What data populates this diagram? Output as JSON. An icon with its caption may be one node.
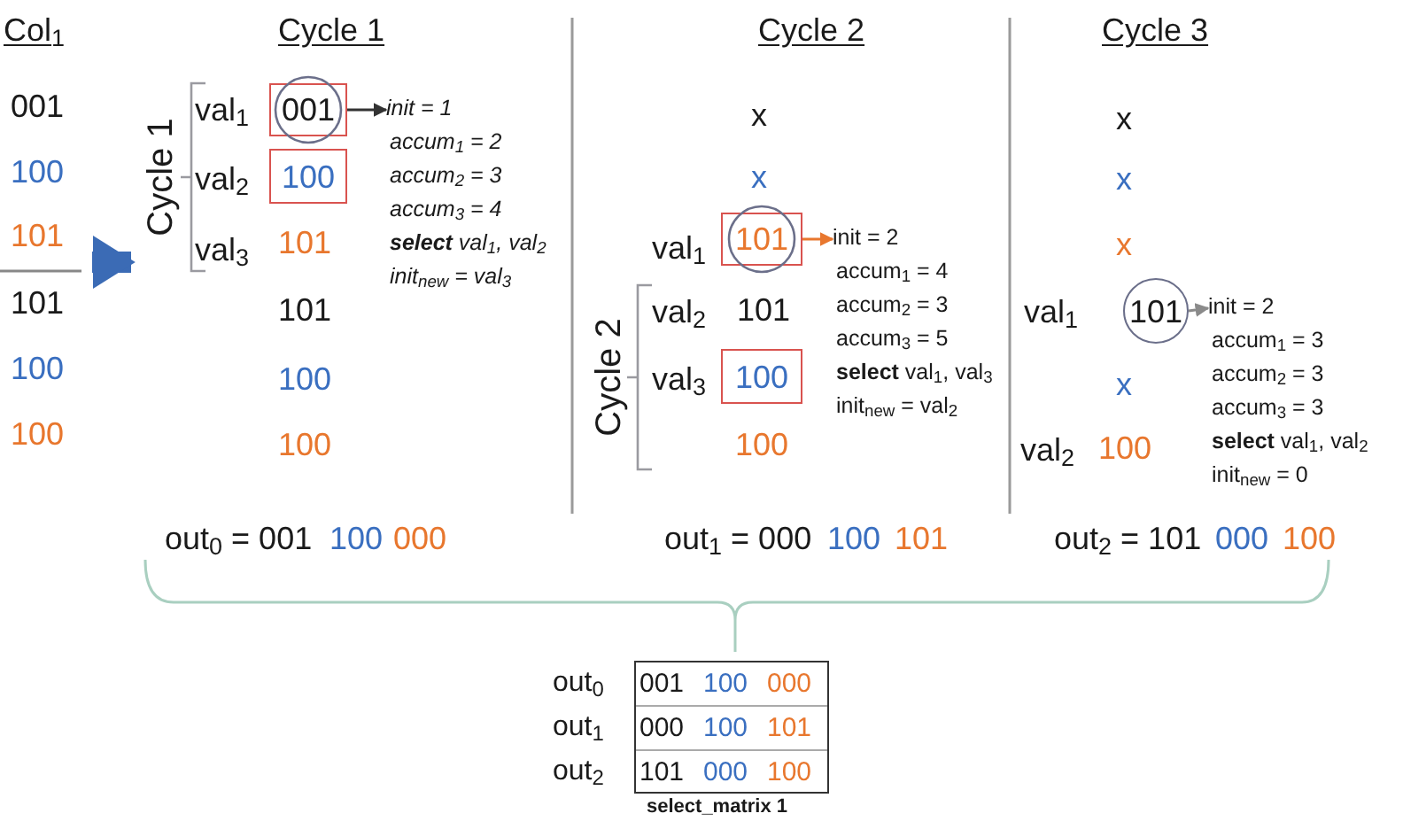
{
  "diagram": {
    "nodes": [
      {
        "text": [
          "001"
        ]
      },
      {
        "text": [
          "init = 1",
          "accum$_{1}$ = 2",
          "accum$_{2}$ = 3",
          "accum$_{3}$ = 4",
          "**select** val$_{1}$, val$_{2}$",
          "init$_{new}$  = val$_{3}$"
        ]
      },
      {
        "text": [
          "100"
        ]
      },
      {
        "text": [
          "Cycle 1"
        ]
      },
      {
        "text": [
          "101"
        ]
      },
      {
        "text": [
          "init = 2",
          "accum$_{1}$ = 4",
          "accum$_{2}$ = 3",
          "accum$_{3}$ = 5",
          "**select** val$_{1}$, val$_{3}$",
          "init$_{new}$  = val$_{2}$"
        ]
      },
      {
        "text": [
          "100"
        ]
      },
      {
        "text": [
          "Cycle 2"
        ]
      },
      {
        "text": [
          "101"
        ]
      },
      {
        "text": [
          "init = 2",
          "accum$_{1}$ = 3",
          "accum$_{2}$ = 3",
          "accum$_{3}$ = 3",
          "**select** val$_{1}$, val$_{2}$",
          "init$_{new}$  = 0"
        ]
      }
    ],
    "edges": [
      {
        "from": 0,
        "to": 1,
        "arrow": "to"
      },
      {
        "from": 4,
        "to": 5,
        "arrow": "to",
        "color": "#e8772e"
      },
      {
        "from": 8,
        "to": 9,
        "arrow": "to",
        "color": "#8a8a8a"
      },
      {
        "from": null,
        "to": 3,
        "arrow": "to",
        "style": "thick",
        "color": "#3b6bb5"
      }
    ],
    "labels": [
      "Col$_{1}$",
      "Cycle 1",
      "Cycle 2",
      "Cycle 3",
      "001",
      "100",
      "101",
      "101",
      "100",
      "100",
      "val$_{1}$",
      "val$_{2}$",
      "val$_{3}$",
      "101",
      "101",
      "100",
      "100",
      "x",
      "x",
      "val$_{1}$",
      "val$_{2}$",
      "101",
      "val$_{3}$",
      "100",
      "x",
      "x",
      "x",
      "val$_{1}$",
      "x",
      "val$_{2}$",
      "100",
      "out$_{0}$ = 001",
      "100",
      "000",
      "out$_{1}$ = 000",
      "100",
      "101",
      "out$_{2}$ = 101",
      "000",
      "100",
      "out$_{0}$",
      "001",
      "100",
      "000",
      "out$_{1}$",
      "000",
      "100",
      "101",
      "out$_{2}$",
      "101",
      "000",
      "100",
      "select_matrix 1"
    ]
  }
}
